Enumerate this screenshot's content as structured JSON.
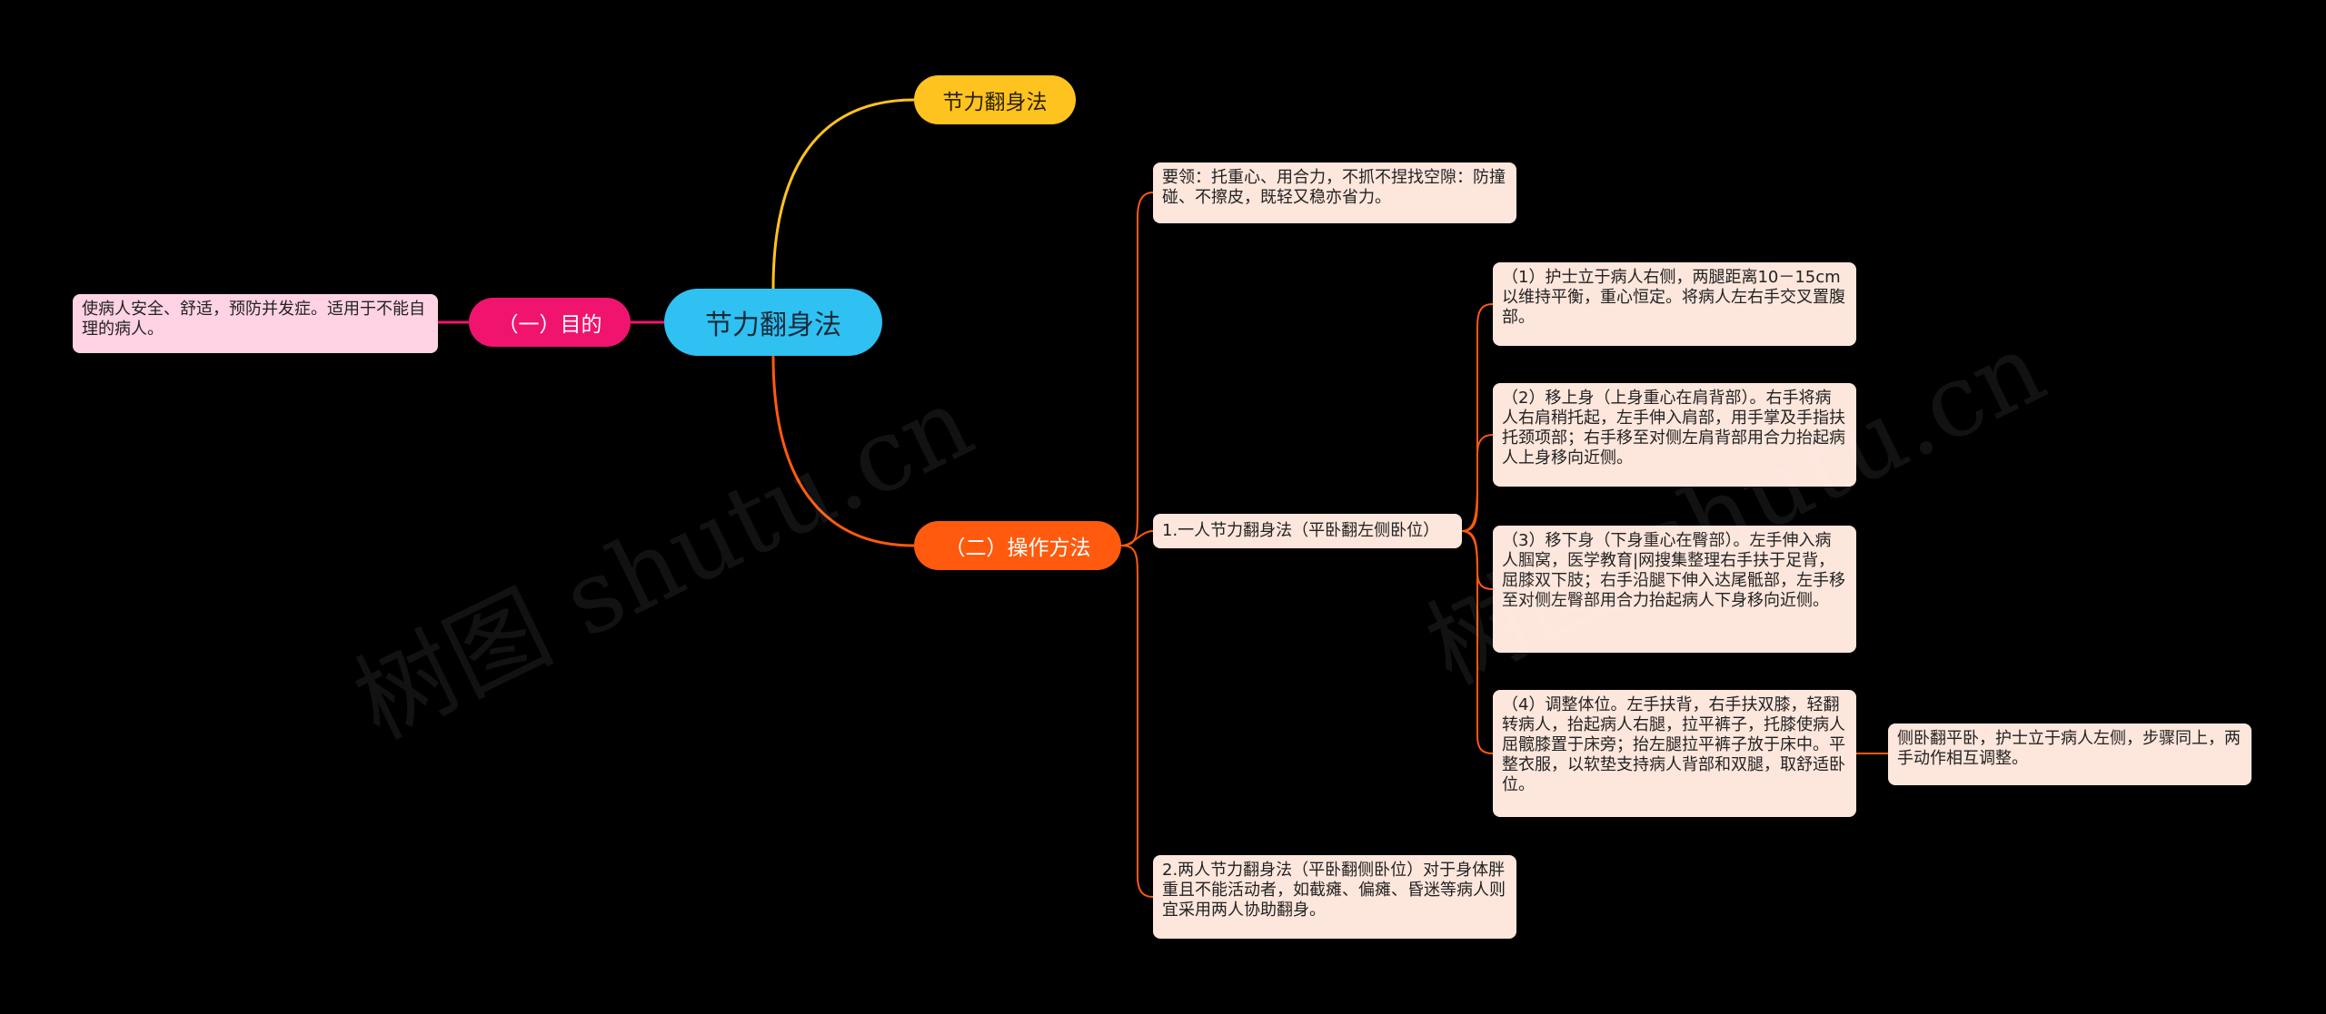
{
  "watermark": "树图 shutu.cn",
  "colors": {
    "background": "#000000",
    "root": "#2fc1f2",
    "branch_yellow": "#ffc31f",
    "branch_pink": "#f0146f",
    "branch_orange": "#ff5a0e",
    "card": "#fde6dc",
    "card_pink": "#ffd2e4"
  },
  "root": {
    "label": "节力翻身法"
  },
  "branches": {
    "title_branch": {
      "label": "节力翻身法"
    },
    "purpose": {
      "label": "（一）目的",
      "note": "使病人安全、舒适，预防并发症。适用于不能自理的病人。"
    },
    "method": {
      "label": "（二）操作方法",
      "key_points": "要领：托重心、用合力，不抓不捏找空隙：防撞碰、不擦皮，既轻又稳亦省力。",
      "one_person": {
        "title": "1.一人节力翻身法（平卧翻左侧卧位）",
        "steps": [
          "（1）护士立于病人右侧，两腿距离10－15cm 以维持平衡，重心恒定。将病人左右手交叉置腹部。",
          "（2）移上身（上身重心在肩背部）。右手将病人右肩稍托起，左手伸入肩部，用手掌及手指扶托颈项部；右手移至对侧左肩背部用合力抬起病人上身移向近侧。",
          "（3）移下身（下身重心在臀部）。左手伸入病人腘窝，医学教育|网搜集整理右手扶于足背，屈膝双下肢；右手沿腿下伸入达尾骶部，左手移至对侧左臀部用合力抬起病人下身移向近侧。",
          "（4）调整体位。左手扶背，右手扶双膝，轻翻转病人，抬起病人右腿，拉平裤子，托膝使病人屈髋膝置于床旁；抬左腿拉平裤子放于床中。平整衣服，以软垫支持病人背部和双腿，取舒适卧位。"
        ],
        "step4_note": "侧卧翻平卧，护士立于病人左侧，步骤同上，两手动作相互调整。"
      },
      "two_person": "2.两人节力翻身法（平卧翻侧卧位）对于身体胖重且不能活动者，如截瘫、偏瘫、昏迷等病人则宜采用两人协助翻身。"
    }
  }
}
